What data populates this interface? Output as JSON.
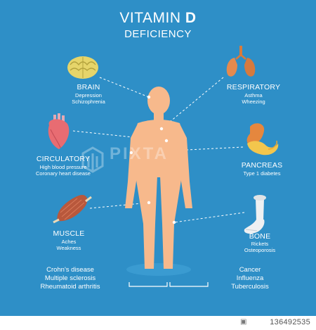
{
  "title": {
    "line1": "VITAMIN",
    "line1_bold": "D",
    "line2": "DEFICIENCY"
  },
  "conditions": {
    "brain": {
      "title": "BRAIN",
      "sub1": "Depression",
      "sub2": "Schizophrenia",
      "icon": "brain-icon"
    },
    "respiratory": {
      "title": "RESPIRATORY",
      "sub1": "Asthma",
      "sub2": "Wheezing",
      "icon": "lungs-icon"
    },
    "circulatory": {
      "title": "CIRCULATORY",
      "sub1": "High blood pressure",
      "sub2": "Coronary heart disease",
      "icon": "heart-icon"
    },
    "pancreas": {
      "title": "PANCREAS",
      "sub1": "Type 1 diabetes",
      "icon": "pancreas-icon"
    },
    "muscle": {
      "title": "MUSCLE",
      "sub1": "Aches",
      "sub2": "Weakness",
      "icon": "muscle-icon"
    },
    "bone": {
      "title": "BONE",
      "sub1": "Rickets",
      "sub2": "Osteoporosis",
      "icon": "bone-icon"
    }
  },
  "footer": {
    "left": [
      "Crohn's disease",
      "Multiple sclerosis",
      "Rheumatoid arthritis"
    ],
    "right": [
      "Cancer",
      "Influenza",
      "Tuberculosis"
    ]
  },
  "watermark": "PIXTA",
  "credit": "136492535",
  "colors": {
    "background": "#2e8fc7",
    "body": "#f7b98c",
    "text": "#ffffff"
  }
}
